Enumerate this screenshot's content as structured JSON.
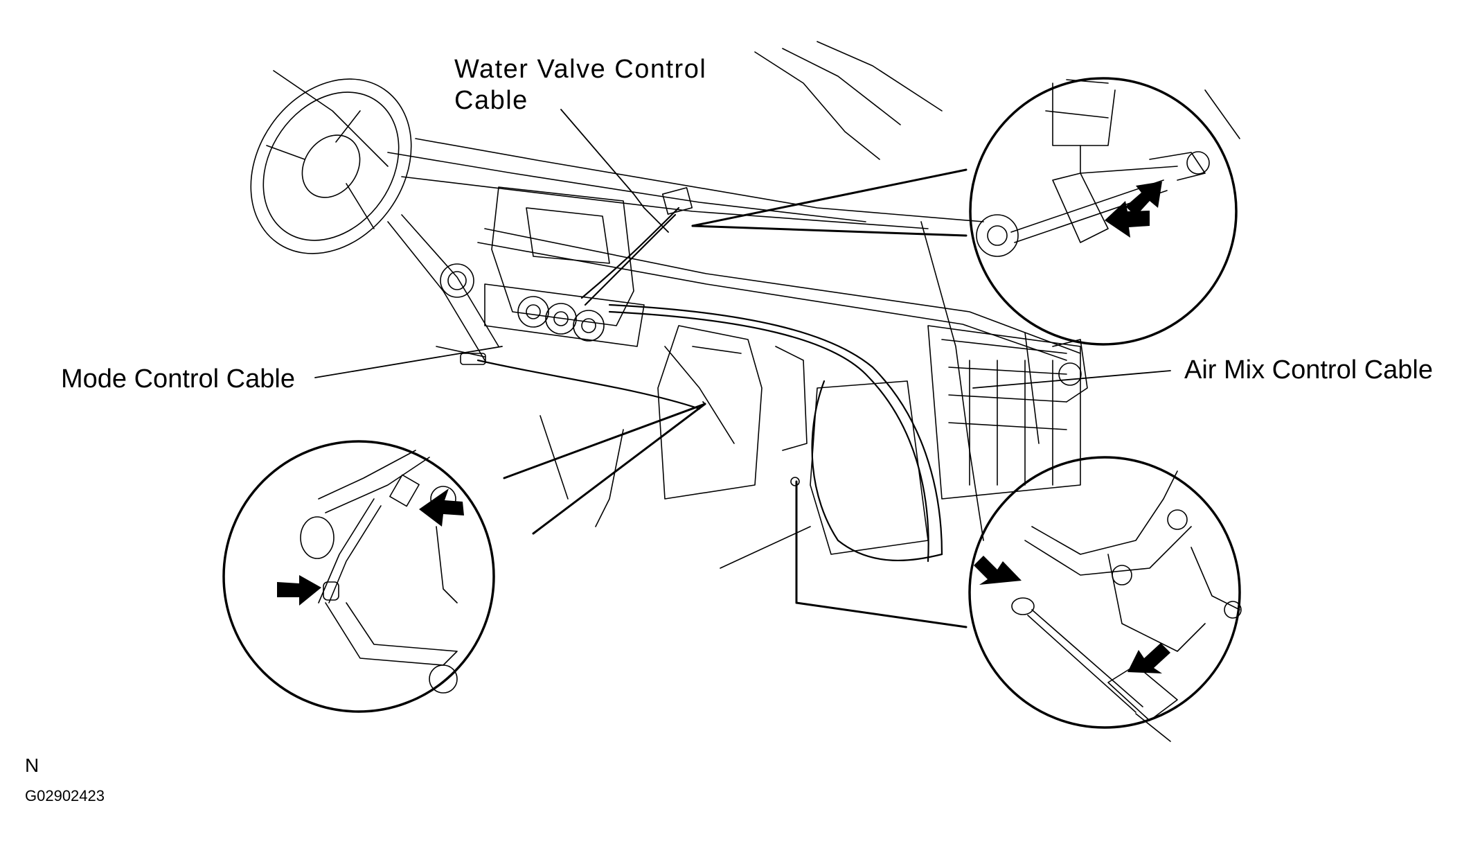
{
  "labels": {
    "water_valve": "Water Valve Control\nCable",
    "mode_control": "Mode Control Cable",
    "air_mix": "Air Mix Control Cable"
  },
  "footer": {
    "view_letter": "N",
    "figure_id": "G02902423"
  },
  "colors": {
    "ink": "#000000",
    "paper": "#ffffff"
  }
}
